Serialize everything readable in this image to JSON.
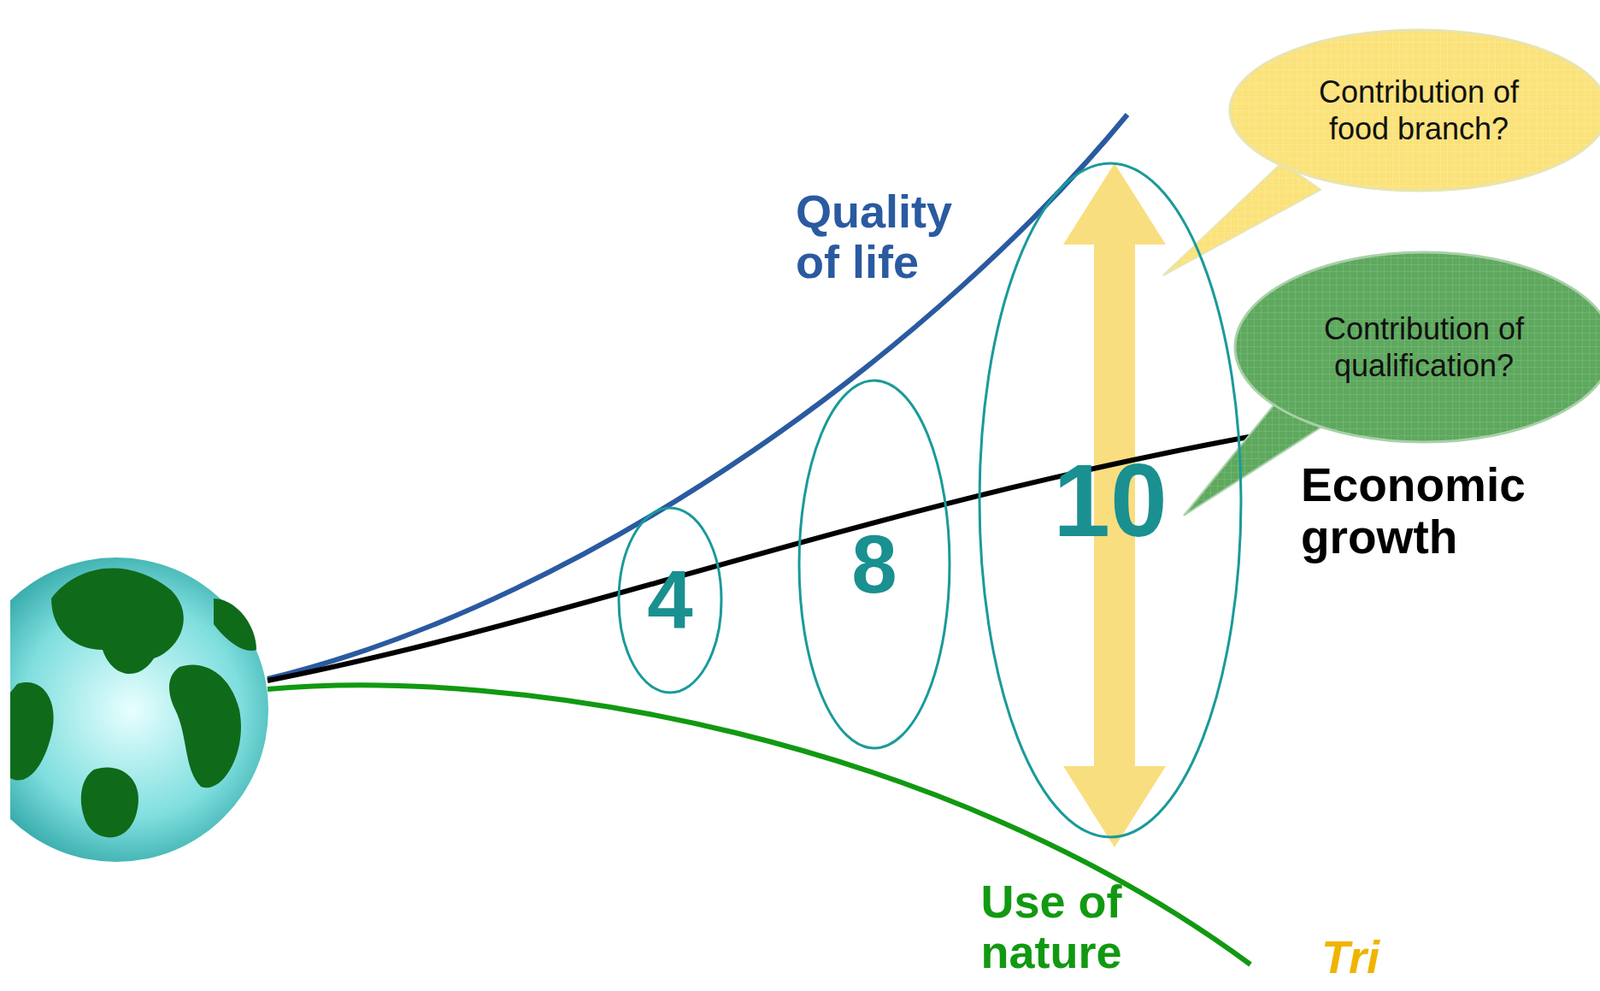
{
  "diagram": {
    "nodes": [
      {
        "text": [
          "4"
        ]
      },
      {
        "text": [
          "8"
        ]
      },
      {
        "text": [
          "10"
        ]
      },
      {
        "text": [
          "Contribution of food branch?"
        ]
      },
      {
        "text": [
          "Contribution of qualification?"
        ]
      }
    ],
    "labels": [
      "Quality of life",
      "Economic growth",
      "Use of nature",
      "Tri"
    ]
  }
}
